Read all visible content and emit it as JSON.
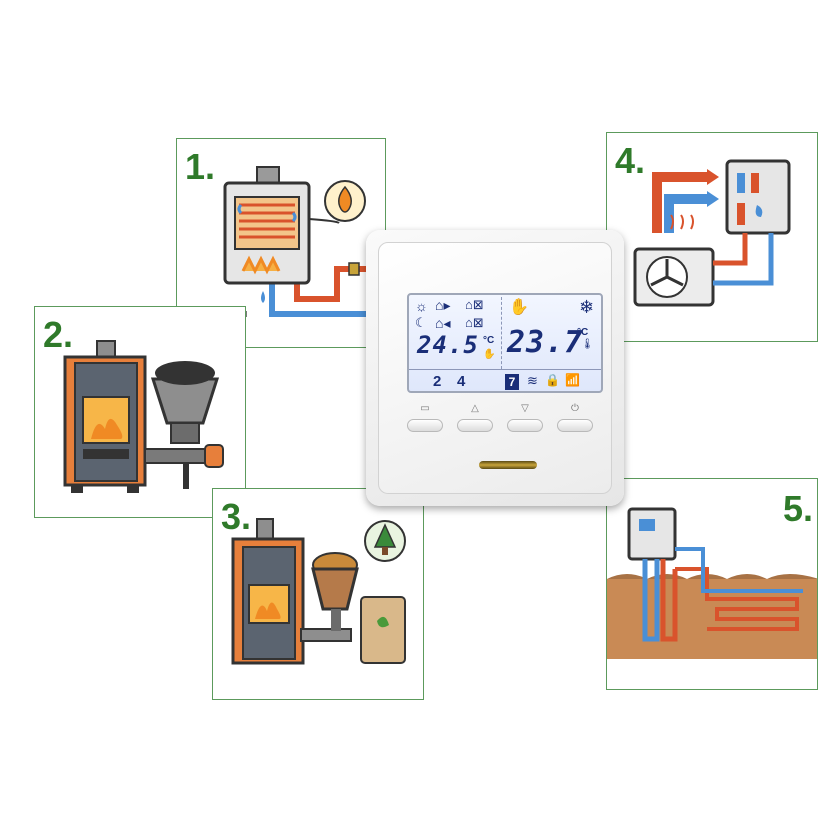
{
  "cards": [
    {
      "id": "gas-boiler",
      "number": "1.",
      "icon": "gas-boiler-icon"
    },
    {
      "id": "coal-boiler",
      "number": "2.",
      "icon": "coal-stove-feeder-icon"
    },
    {
      "id": "pellet-boiler",
      "number": "3.",
      "icon": "pellet-boiler-icon"
    },
    {
      "id": "heat-pump",
      "number": "4.",
      "icon": "heat-pump-icon"
    },
    {
      "id": "ground-source",
      "number": "5.",
      "icon": "ground-loop-icon"
    }
  ],
  "thermostat": {
    "set_temp": "24.5",
    "set_unit": "°C",
    "room_temp": "23.7",
    "room_unit": "°C",
    "time_left": "2",
    "time_right": "4",
    "day": "7",
    "buttons": [
      "menu-button",
      "up-button",
      "down-button",
      "power-button"
    ]
  },
  "colors": {
    "card_border": "#5c9a5c",
    "number_green": "#2f7a2a",
    "lcd_blue": "#1a2e78",
    "flame": "#f08a24",
    "pipe_red": "#d9532c",
    "pipe_blue": "#4a8fd6"
  }
}
